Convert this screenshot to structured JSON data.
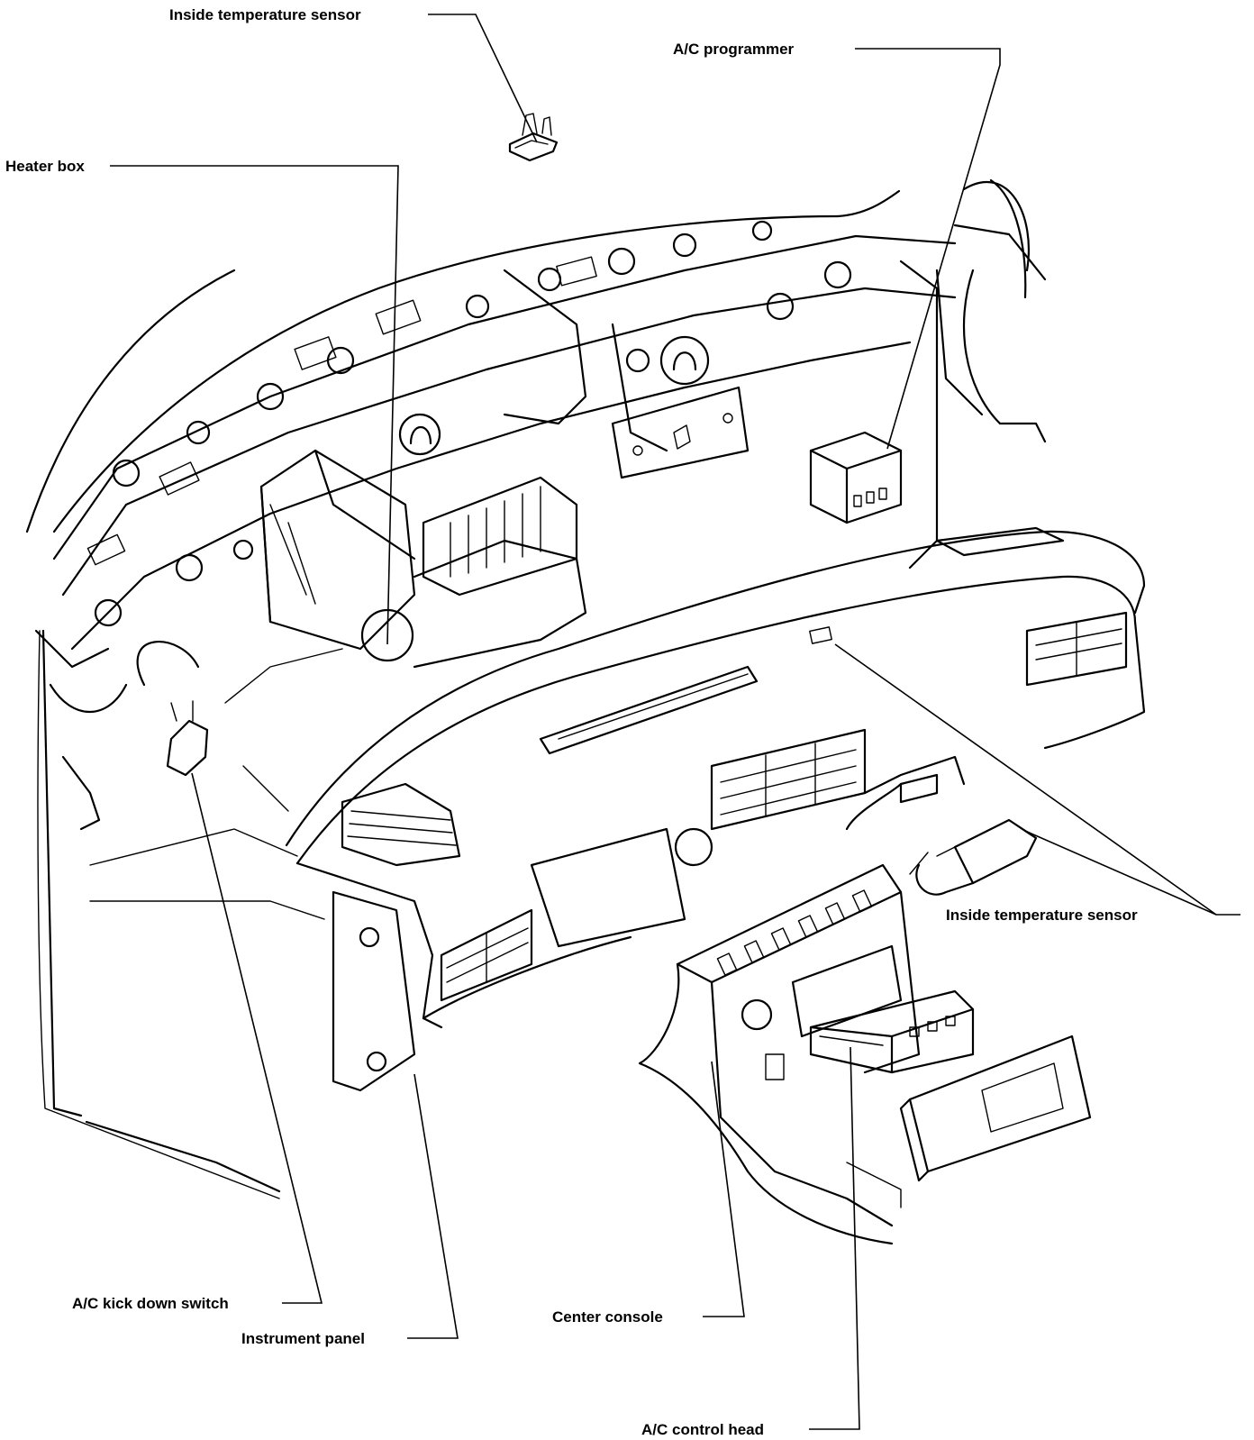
{
  "labels": {
    "inside_temp_sensor_top": "Inside temperature sensor",
    "ac_programmer": "A/C programmer",
    "heater_box": "Heater box",
    "inside_temp_sensor_right": "Inside temperature sensor",
    "ac_kick_down_switch": "A/C kick down switch",
    "instrument_panel": "Instrument panel",
    "center_console": "Center console",
    "ac_control_head": "A/C control head"
  }
}
